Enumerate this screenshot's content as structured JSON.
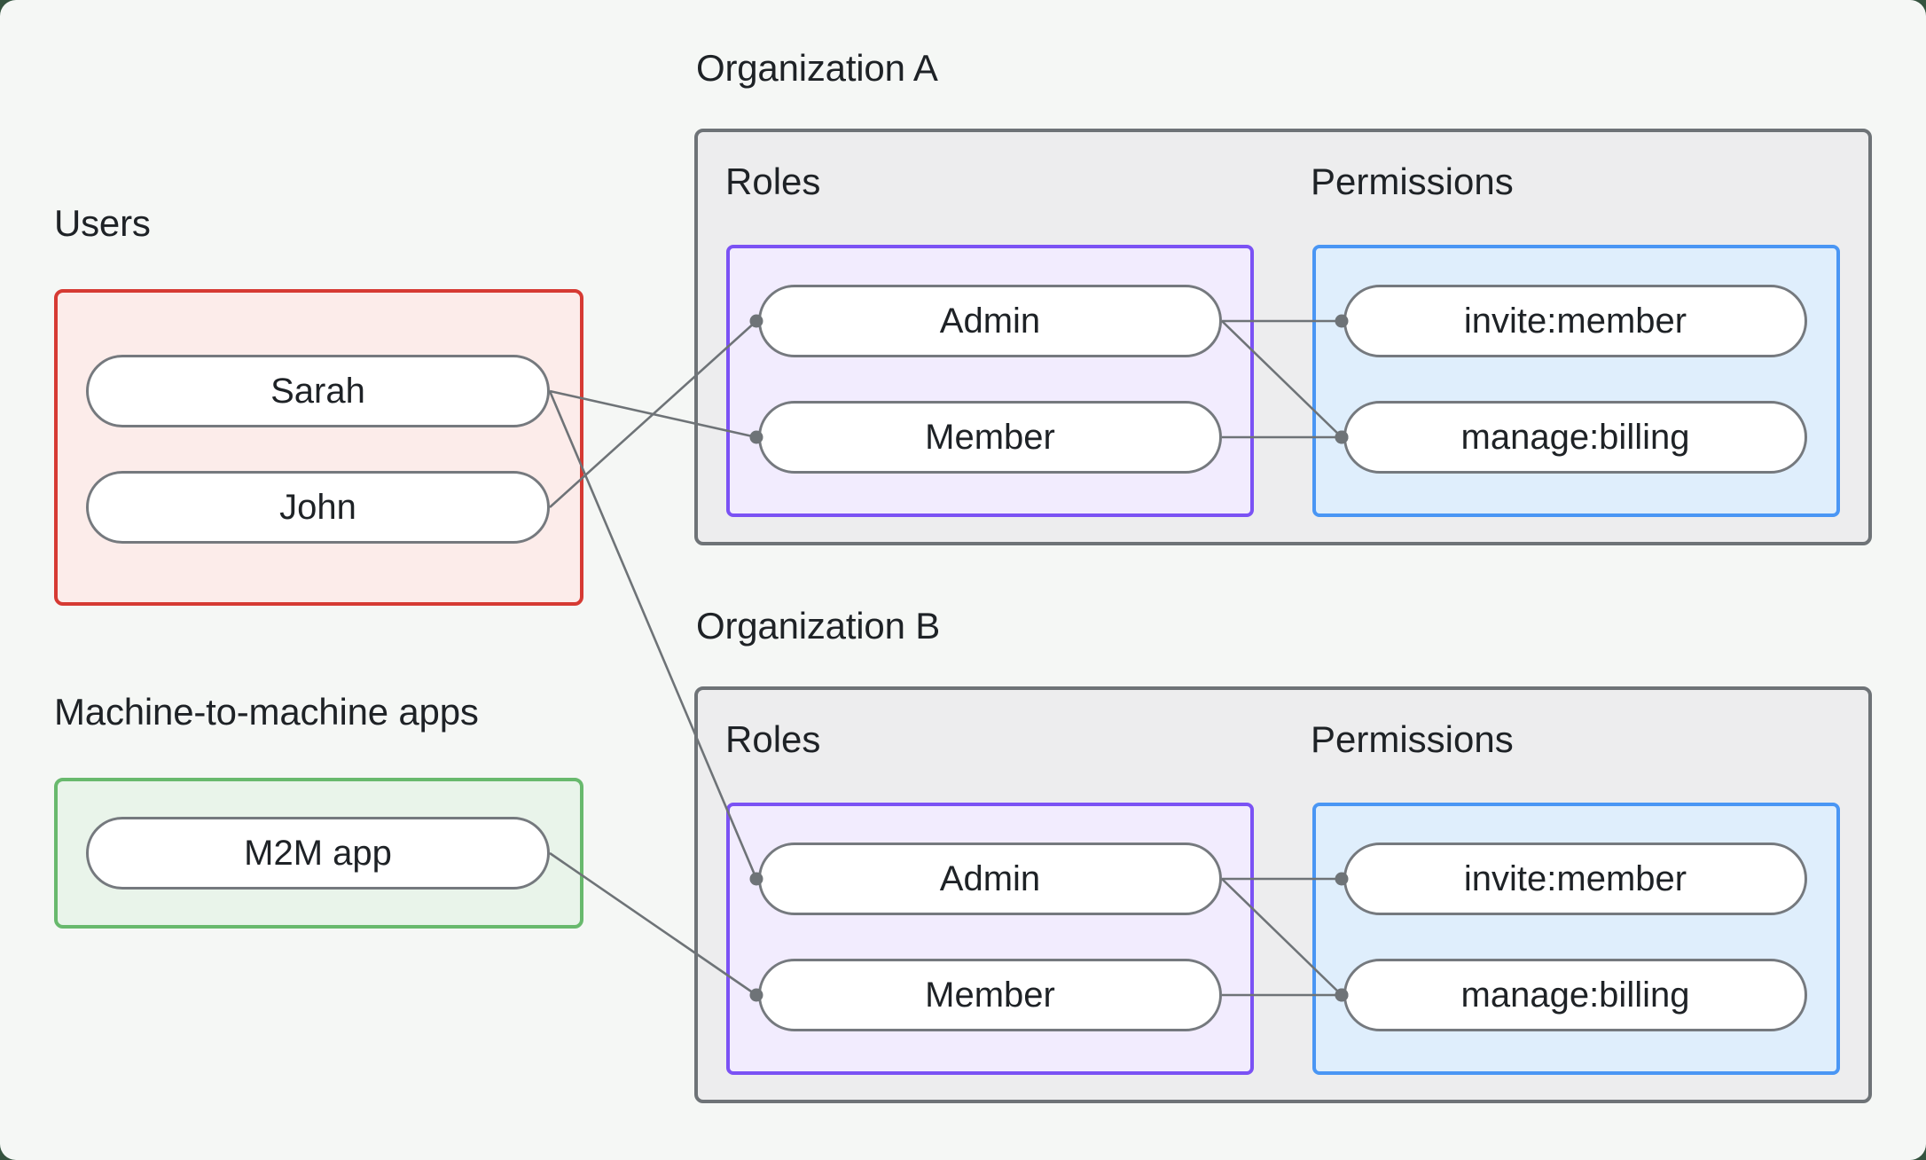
{
  "page": {
    "background_color": "#35533f",
    "panel_color": "#f5f7f5"
  },
  "users_group": {
    "label": "Users",
    "border_color": "#d63a33",
    "fill_color": "#fcecea",
    "nodes": [
      {
        "id": "sarah",
        "label": "Sarah"
      },
      {
        "id": "john",
        "label": "John"
      }
    ]
  },
  "m2m_group": {
    "label": "Machine-to-machine apps",
    "border_color": "#68b96d",
    "fill_color": "#e9f4ea",
    "nodes": [
      {
        "id": "m2m",
        "label": "M2M app"
      }
    ]
  },
  "org_a": {
    "label": "Organization A",
    "roles_label": "Roles",
    "permissions_label": "Permissions",
    "roles": [
      {
        "id": "orgA-admin",
        "label": "Admin"
      },
      {
        "id": "orgA-member",
        "label": "Member"
      }
    ],
    "permissions": [
      {
        "id": "orgA-invite",
        "label": "invite:member"
      },
      {
        "id": "orgA-billing",
        "label": "manage:billing"
      }
    ]
  },
  "org_b": {
    "label": "Organization B",
    "roles_label": "Roles",
    "permissions_label": "Permissions",
    "roles": [
      {
        "id": "orgB-admin",
        "label": "Admin"
      },
      {
        "id": "orgB-member",
        "label": "Member"
      }
    ],
    "permissions": [
      {
        "id": "orgB-invite",
        "label": "invite:member"
      },
      {
        "id": "orgB-billing",
        "label": "manage:billing"
      }
    ]
  },
  "style": {
    "roles_border_color": "#7b52f4",
    "roles_fill_color": "#f2ecfe",
    "permissions_border_color": "#4a96f4",
    "permissions_fill_color": "#dfeefc",
    "org_border_color": "#6e7377",
    "org_fill_color": "#ededee",
    "edge_color": "#6e7377",
    "pill_border_color": "#75797e"
  },
  "edges": [
    {
      "from": "sarah",
      "to": "orgA-member"
    },
    {
      "from": "john",
      "to": "orgA-admin"
    },
    {
      "from": "sarah",
      "to": "orgB-admin"
    },
    {
      "from": "m2m",
      "to": "orgB-member"
    },
    {
      "from": "orgA-admin",
      "to": "orgA-invite"
    },
    {
      "from": "orgA-admin",
      "to": "orgA-billing"
    },
    {
      "from": "orgA-member",
      "to": "orgA-billing"
    },
    {
      "from": "orgB-admin",
      "to": "orgB-invite"
    },
    {
      "from": "orgB-admin",
      "to": "orgB-billing"
    },
    {
      "from": "orgB-member",
      "to": "orgB-billing"
    }
  ]
}
